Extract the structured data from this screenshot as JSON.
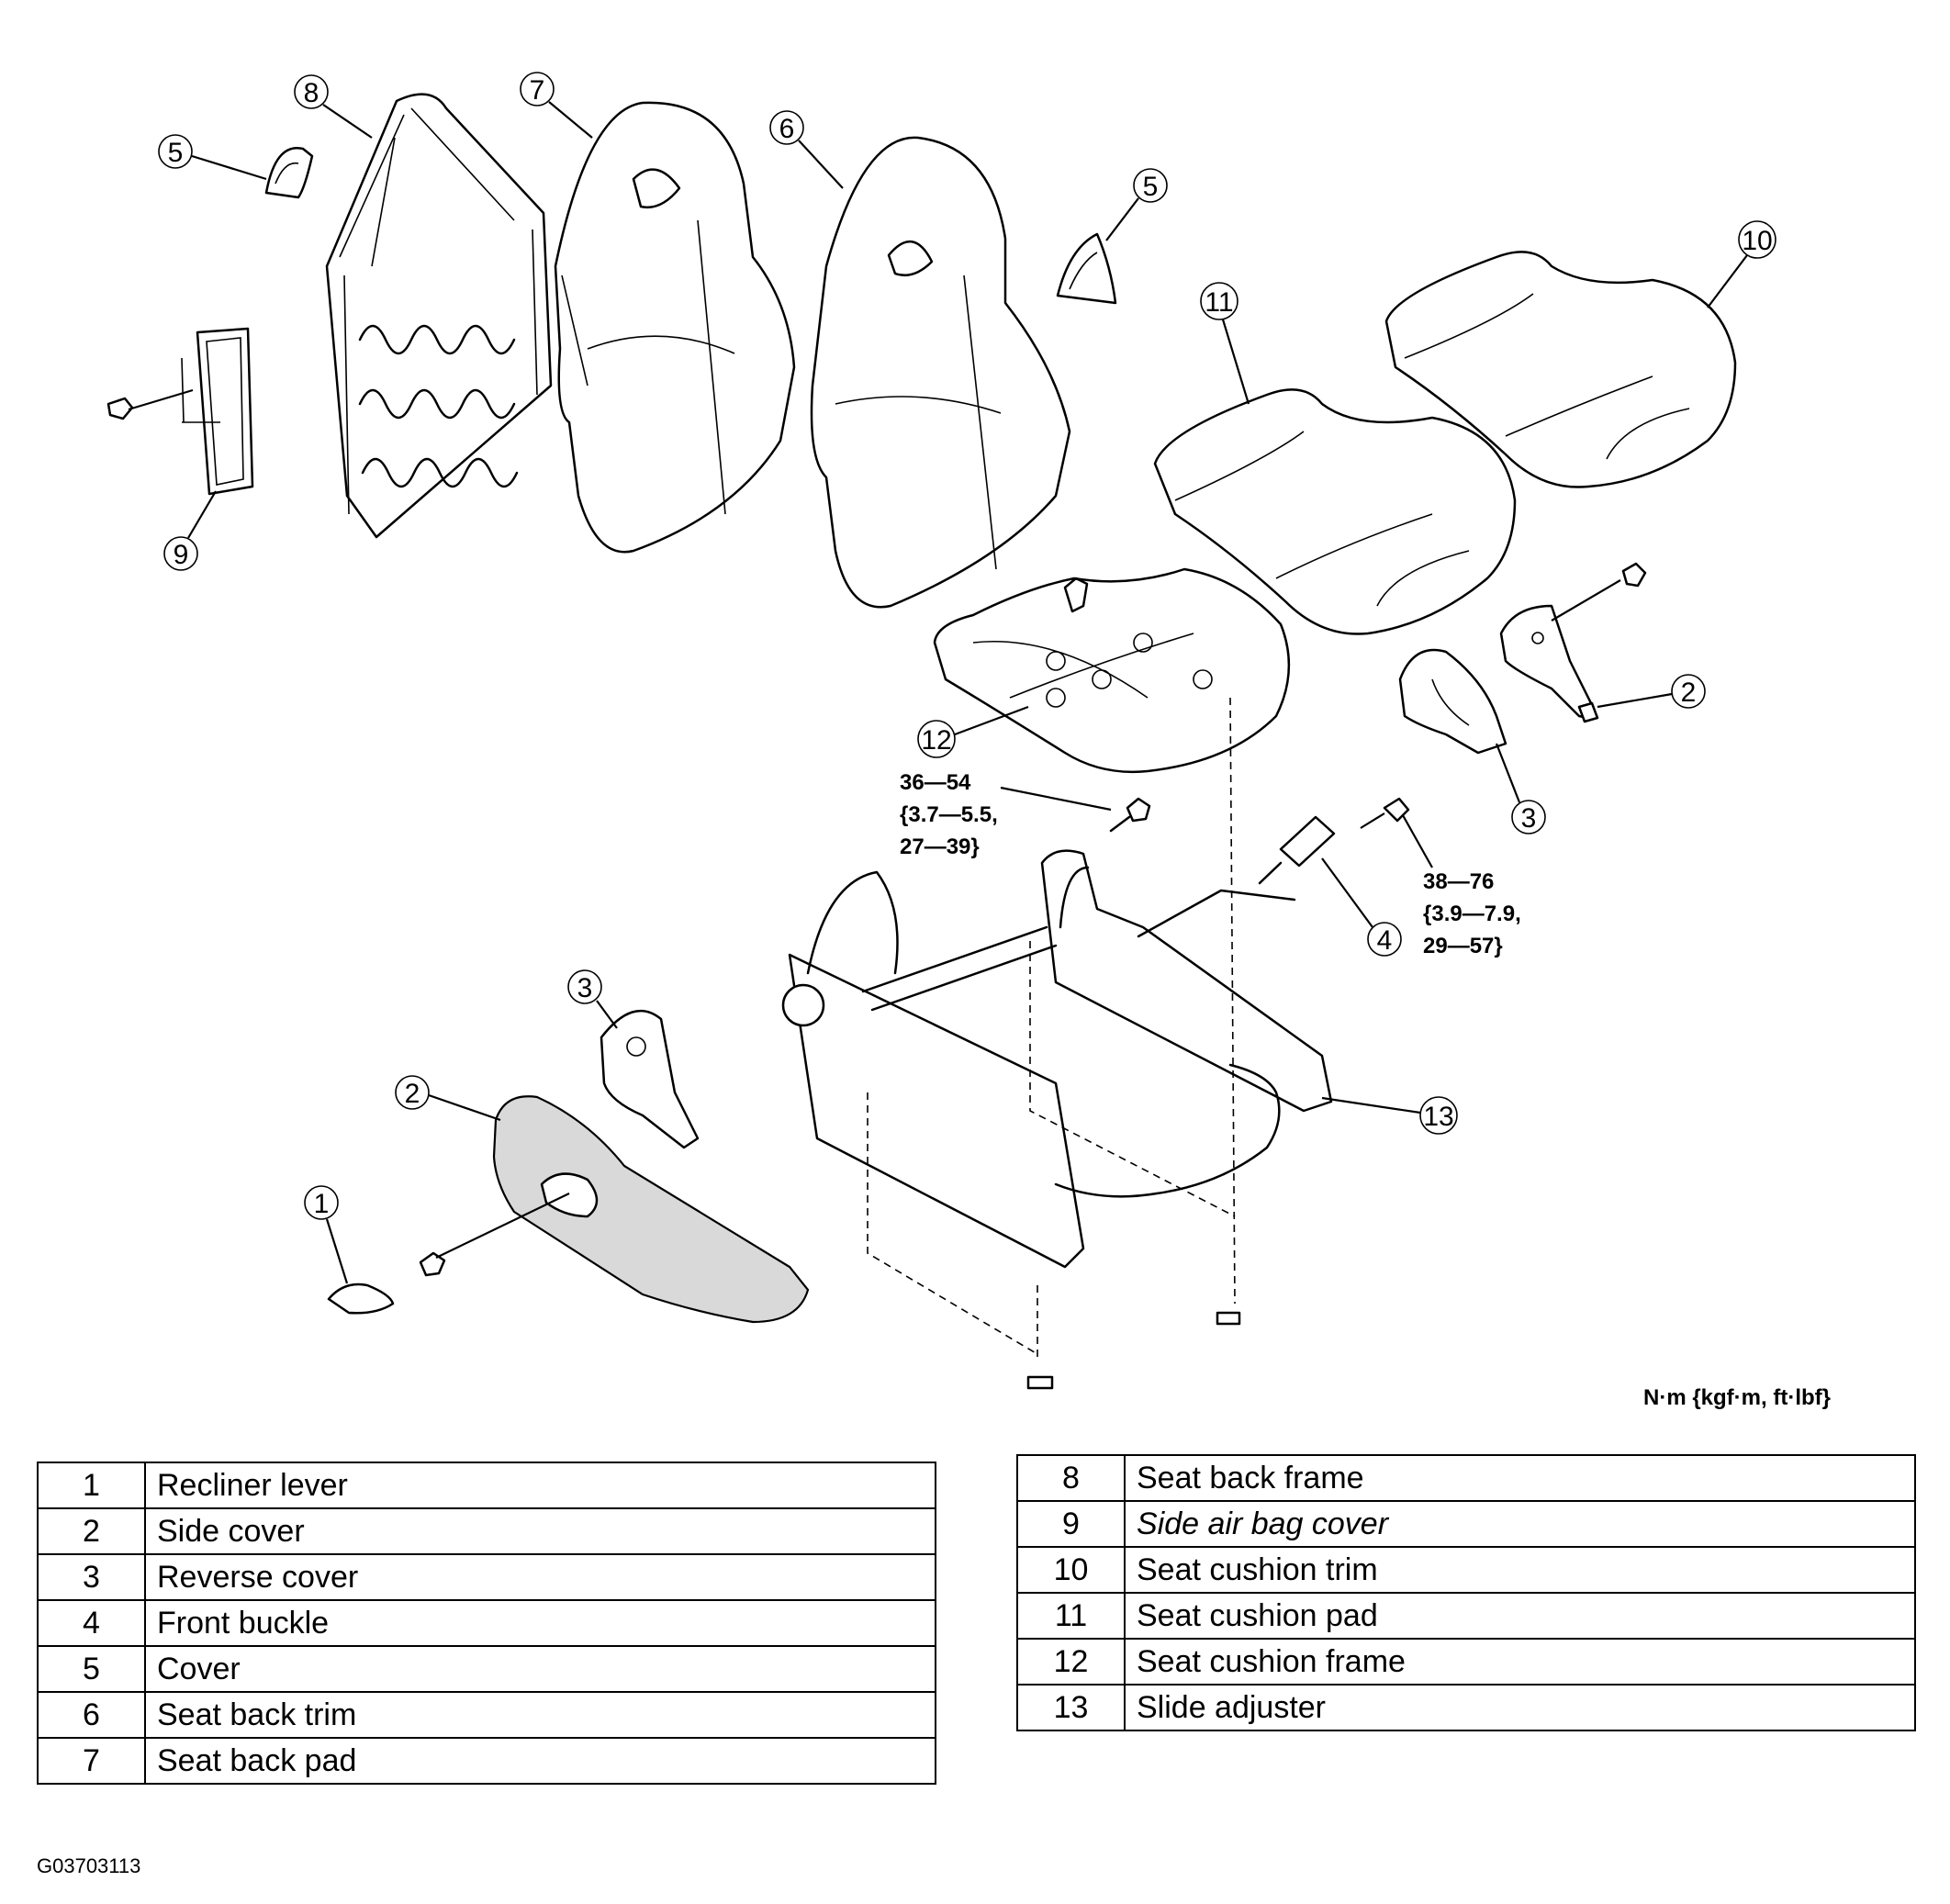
{
  "callouts": [
    "1",
    "2",
    "3",
    "4",
    "5",
    "6",
    "7",
    "8",
    "9",
    "10",
    "11",
    "12",
    "13"
  ],
  "torque_specs": {
    "seat_cushion_bolt": [
      "36—54",
      "{3.7—5.5,",
      "27—39}"
    ],
    "buckle_bolt": [
      "38—76",
      "{3.9—7.9,",
      "29—57}"
    ]
  },
  "torque_units": "N·m {kgf·m, ft·lbf}",
  "parts_left": [
    {
      "num": "1",
      "name": "Recliner lever"
    },
    {
      "num": "2",
      "name": "Side cover"
    },
    {
      "num": "3",
      "name": "Reverse cover"
    },
    {
      "num": "4",
      "name": "Front buckle"
    },
    {
      "num": "5",
      "name": "Cover"
    },
    {
      "num": "6",
      "name": "Seat back trim"
    },
    {
      "num": "7",
      "name": "Seat back pad"
    }
  ],
  "parts_right": [
    {
      "num": "8",
      "name": "Seat back frame"
    },
    {
      "num": "9",
      "name": "Side air bag cover"
    },
    {
      "num": "10",
      "name": "Seat cushion trim"
    },
    {
      "num": "11",
      "name": "Seat cushion pad"
    },
    {
      "num": "12",
      "name": "Seat cushion frame"
    },
    {
      "num": "13",
      "name": "Slide adjuster"
    }
  ],
  "figure_id": "G03703113"
}
